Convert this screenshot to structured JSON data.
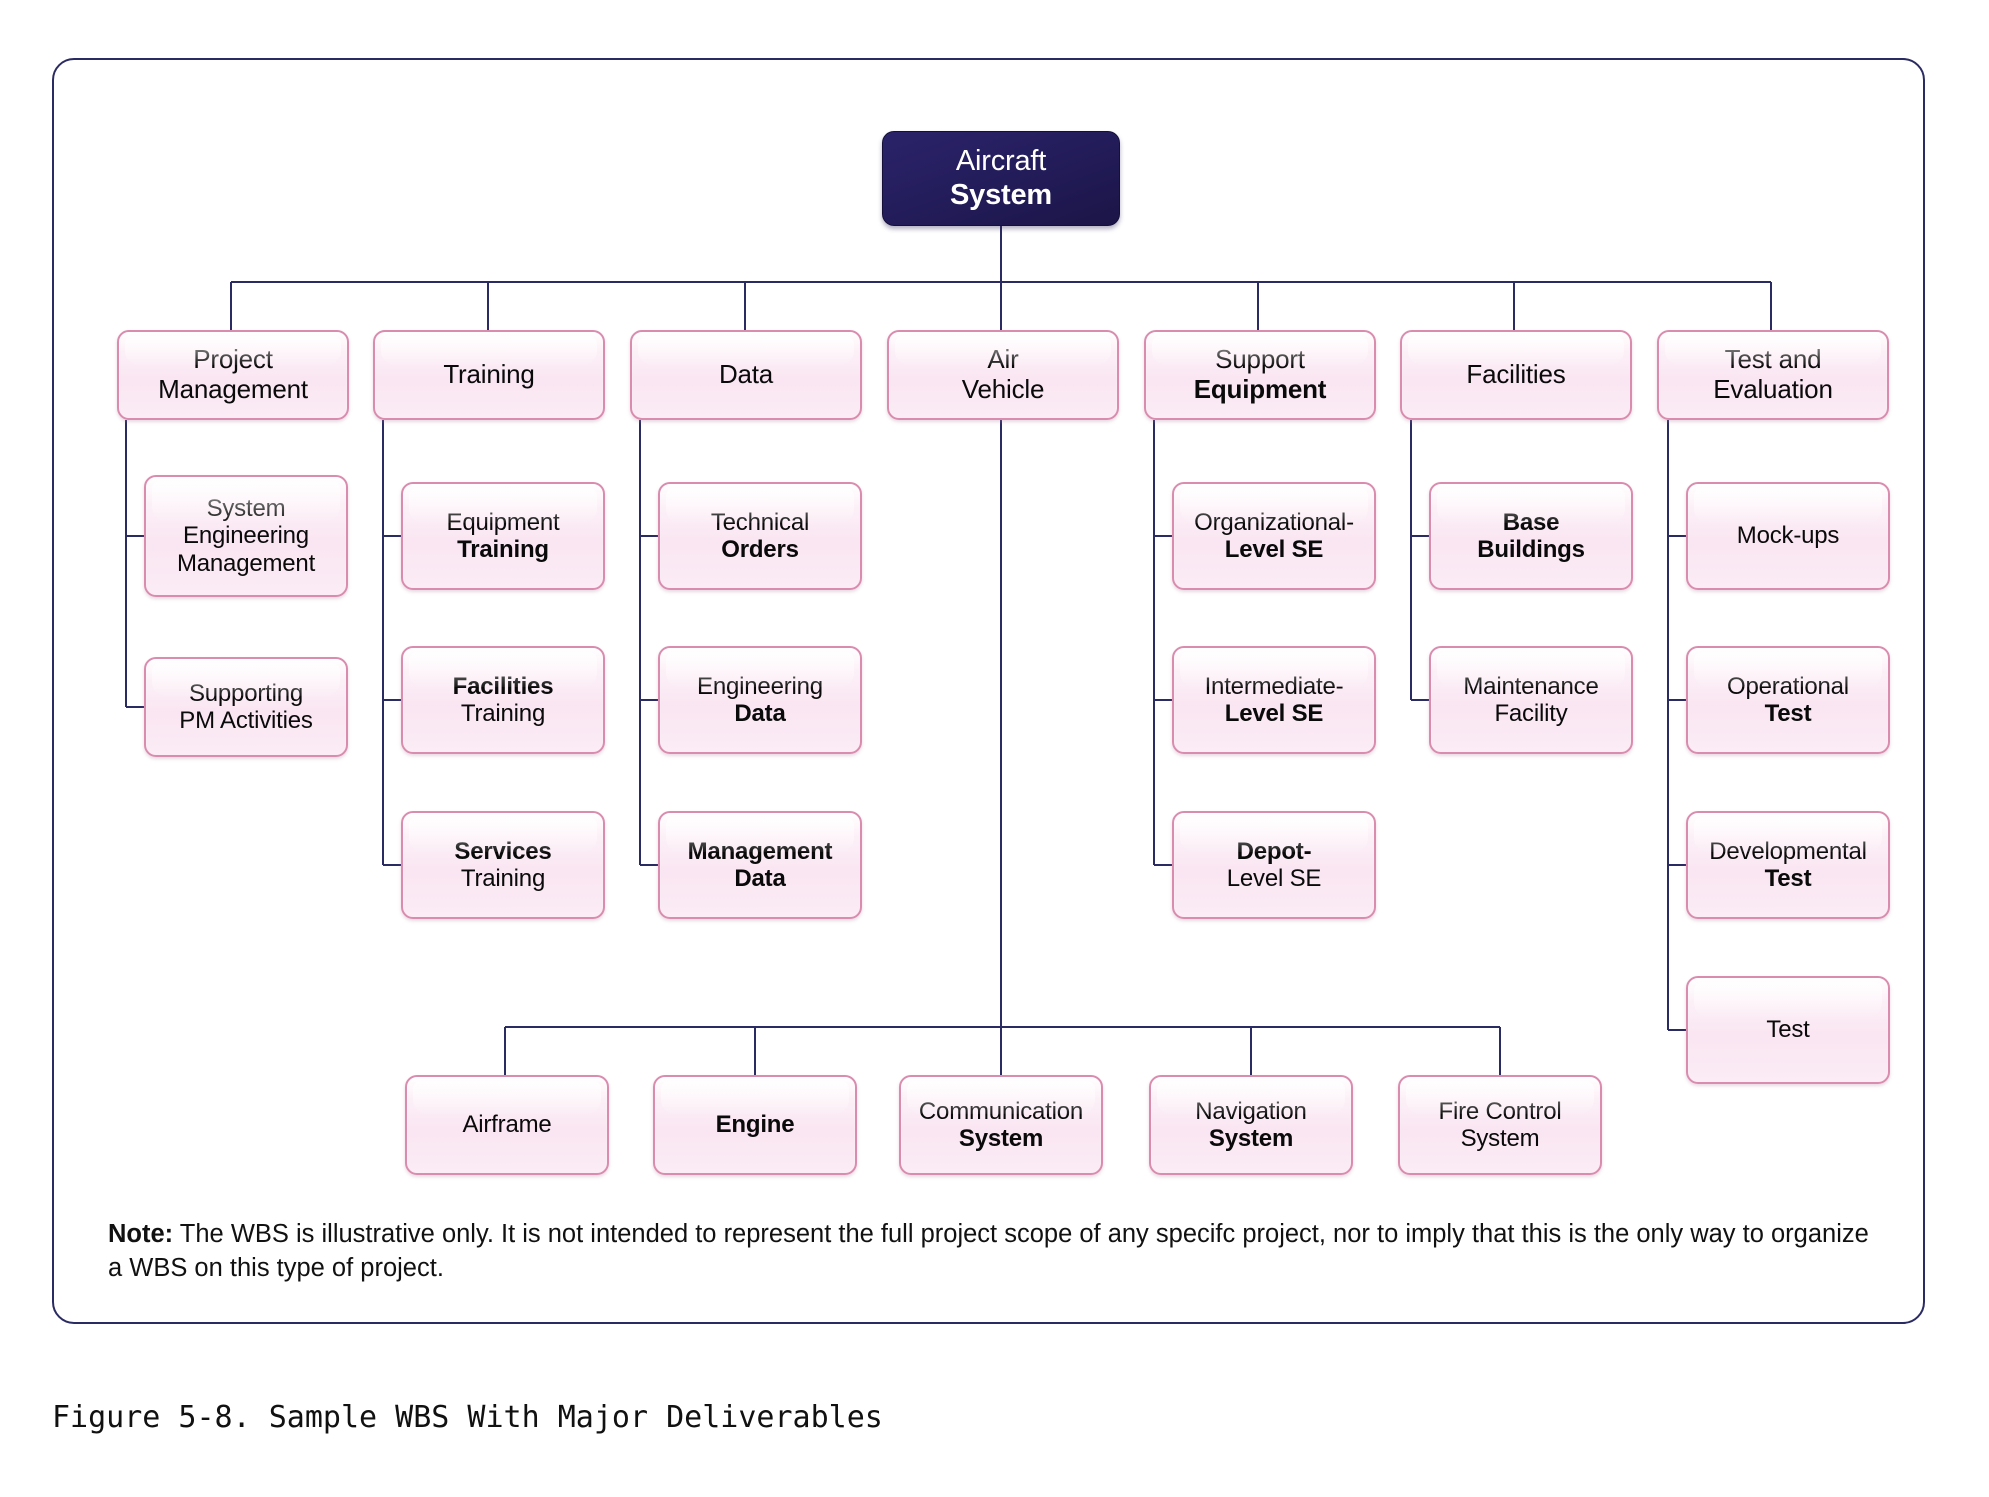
{
  "figure": {
    "caption": "Figure 5-8. Sample WBS With Major Deliverables",
    "note_label": "Note:",
    "note_text": " The WBS is illustrative only. It is not intended to represent the full project scope of any specifc project, nor to imply that this is the only way to organize a WBS on this type of project."
  },
  "colors": {
    "frame_border": "#2b2b63",
    "connector": "#2b2b63",
    "root_fill": "#241d5c",
    "root_text": "#ffffff",
    "node_border": "#d98cae",
    "node_fill": "#f9e4f1",
    "node_text": "#0a0a0a"
  },
  "root": {
    "line1": "Aircraft",
    "line2": "System"
  },
  "branches": [
    {
      "title": {
        "line1": "Project",
        "line2": "Management"
      },
      "children": [
        {
          "line1": "System",
          "line2": "Engineering",
          "line3": "Management"
        },
        {
          "line1": "Supporting",
          "line2": "PM Activities"
        }
      ]
    },
    {
      "title": {
        "line1": "Training",
        "line2": ""
      },
      "children": [
        {
          "line1": "Equipment",
          "line2": "Training"
        },
        {
          "line1": "Facilities",
          "line2": "Training"
        },
        {
          "line1": "Services",
          "line2": "Training"
        }
      ]
    },
    {
      "title": {
        "line1": "Data",
        "line2": ""
      },
      "children": [
        {
          "line1": "Technical",
          "line2": "Orders"
        },
        {
          "line1": "Engineering",
          "line2": "Data"
        },
        {
          "line1": "Management",
          "line2": "Data"
        }
      ]
    },
    {
      "title": {
        "line1": "Air",
        "line2": "Vehicle"
      },
      "children": []
    },
    {
      "title": {
        "line1": "Support",
        "line2": "Equipment"
      },
      "children": [
        {
          "line1": "Organizational-",
          "line2": "Level SE"
        },
        {
          "line1": "Intermediate-",
          "line2": "Level SE"
        },
        {
          "line1": "Depot-",
          "line2": "Level SE"
        }
      ]
    },
    {
      "title": {
        "line1": "Facilities",
        "line2": ""
      },
      "children": [
        {
          "line1": "Base",
          "line2": "Buildings"
        },
        {
          "line1": "Maintenance",
          "line2": "Facility"
        }
      ]
    },
    {
      "title": {
        "line1": "Test and",
        "line2": "Evaluation"
      },
      "children": [
        {
          "line1": "Mock-ups",
          "line2": ""
        },
        {
          "line1": "Operational",
          "line2": "Test"
        },
        {
          "line1": "Developmental",
          "line2": "Test"
        },
        {
          "line1": "Test",
          "line2": ""
        }
      ]
    }
  ],
  "air_vehicle_children": [
    {
      "line1": "Airframe",
      "line2": ""
    },
    {
      "line1": "Engine",
      "line2": ""
    },
    {
      "line1": "Communication",
      "line2": "System"
    },
    {
      "line1": "Navigation",
      "line2": "System"
    },
    {
      "line1": "Fire Control",
      "line2": "System"
    }
  ]
}
